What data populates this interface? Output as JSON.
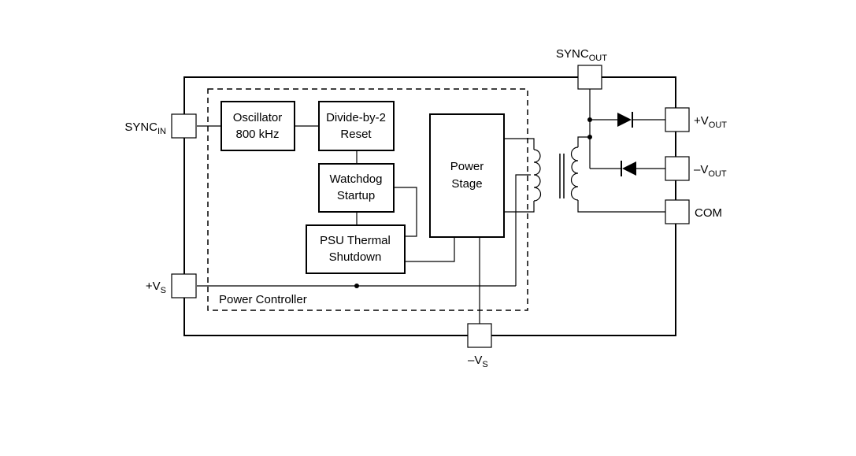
{
  "blocks": {
    "oscillator": [
      "Oscillator",
      "800 kHz"
    ],
    "divider": [
      "Divide-by-2",
      "Reset"
    ],
    "watchdog": [
      "Watchdog",
      "Startup"
    ],
    "thermal": [
      "PSU Thermal",
      "Shutdown"
    ],
    "power_stage": [
      "Power",
      "Stage"
    ]
  },
  "region_label": "Power Controller",
  "pins": {
    "sync_in": {
      "base": "SYNC",
      "sub": "IN"
    },
    "sync_out": {
      "base": "SYNC",
      "sub": "OUT"
    },
    "vs_pos": {
      "base": "+V",
      "sub": "S"
    },
    "vs_neg": {
      "base": "–V",
      "sub": "S"
    },
    "vout_pos": {
      "base": "+V",
      "sub": "OUT"
    },
    "vout_neg": {
      "base": "–V",
      "sub": "OUT"
    },
    "com": {
      "base": "COM",
      "sub": ""
    }
  }
}
